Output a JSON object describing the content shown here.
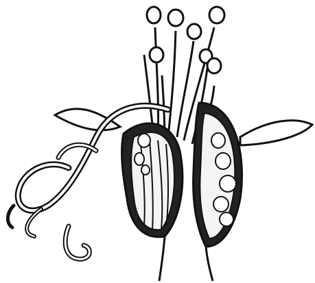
{
  "illustration": {
    "subject": "botanical-engraving-flower-section",
    "ink_color": "#111111",
    "paper_color": "#ffffff",
    "parts": [
      "stamens",
      "sepals",
      "left-ovary",
      "right-ovary",
      "curled-style"
    ]
  }
}
